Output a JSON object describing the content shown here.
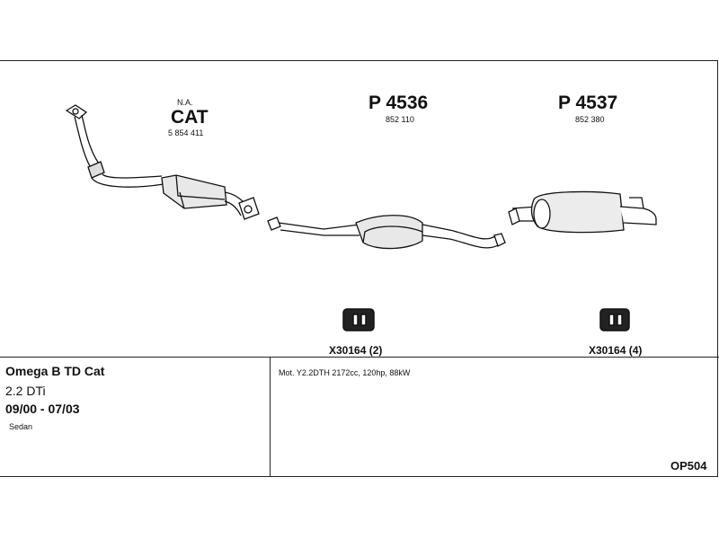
{
  "parts": [
    {
      "pre": "N.A.",
      "label": "CAT",
      "number": "5 854 411"
    },
    {
      "label": "P 4536",
      "number": "852 110"
    },
    {
      "label": "P 4537",
      "number": "852 380"
    }
  ],
  "hangers": [
    {
      "label": "X30164 (2)"
    },
    {
      "label": "X30164 (4)"
    }
  ],
  "vehicle": {
    "model": "Omega B TD Cat",
    "engine": "2.2 DTi",
    "years": "09/00 - 07/03",
    "body": "Sedan"
  },
  "engine_spec": "Mot. Y2.2DTH 2172cc, 120hp, 88kW",
  "code": "OP504"
}
